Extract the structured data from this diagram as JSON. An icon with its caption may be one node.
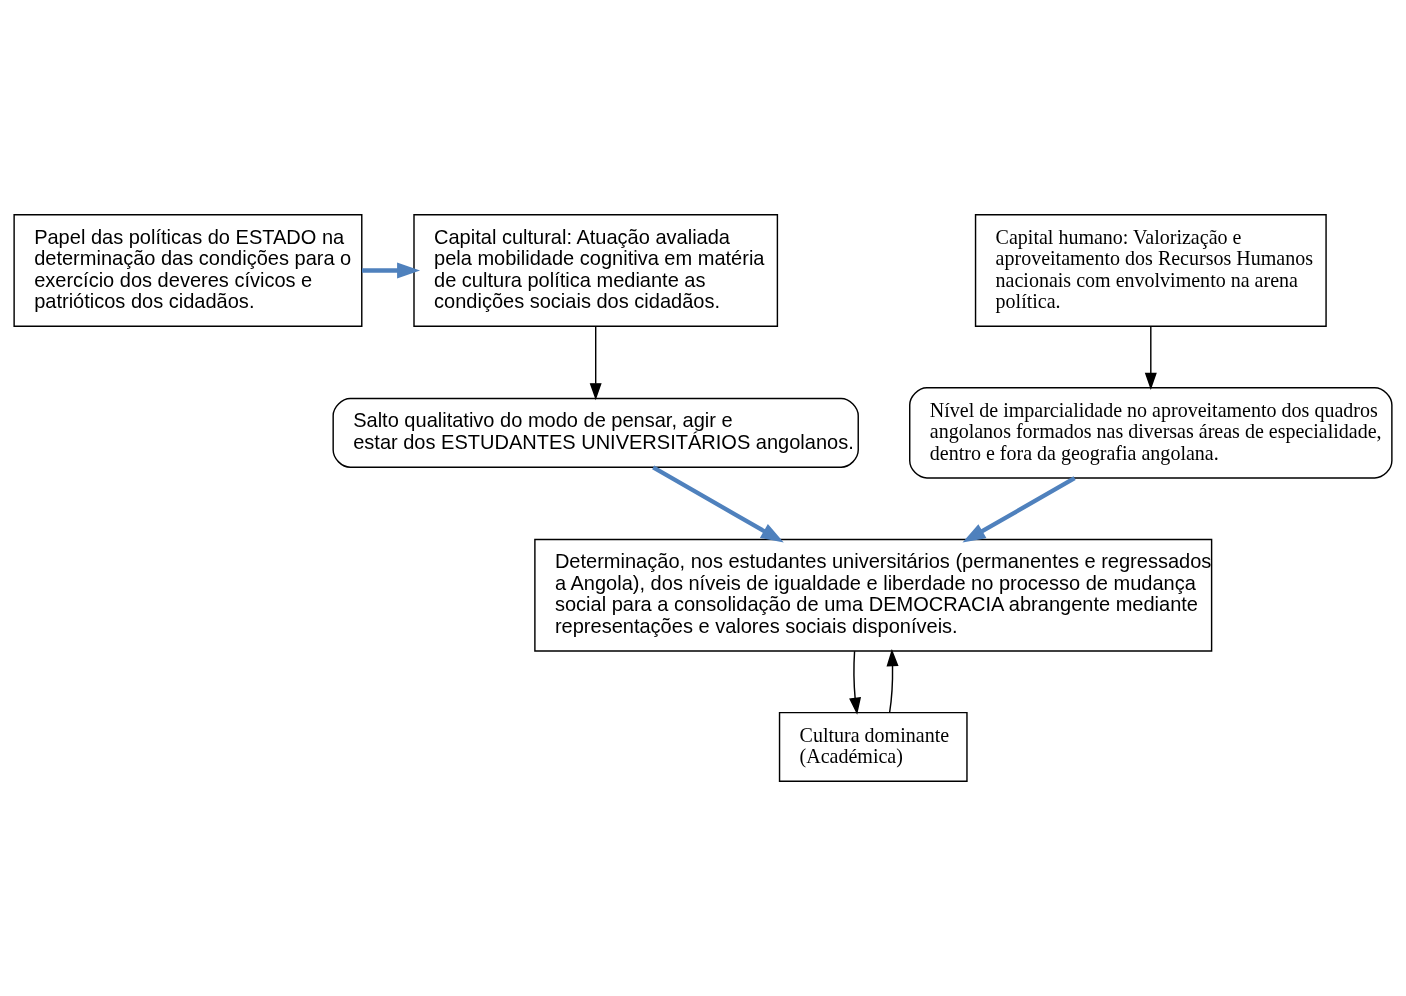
{
  "diagram": {
    "nodes": [
      {
        "text": [
          "Papel das políticas do ESTADO na determinação das condições para o exercício dos deveres cívicos e patrióticos dos cidadãos."
        ]
      },
      {
        "text": [
          "Capital cultural: Atuação avaliada pela mobilidade cognitiva em matéria de cultura política mediante as condições sociais dos cidadãos."
        ]
      },
      {
        "text": [
          "Capital humano: Valorização e aproveitamento dos Recursos Humanos nacionais com envolvimento na arena política."
        ]
      },
      {
        "text": [
          "Salto qualitativo do modo de pensar, agir e estar dos ESTUDANTES UNIVERSITÁRIOS angolanos."
        ]
      },
      {
        "text": [
          "Nível de imparcialidade no aproveitamento dos quadros angolanos formados nas diversas áreas de especialidade, dentro e fora da geografia angolana."
        ]
      },
      {
        "text": [
          "Determinação, nos estudantes universitários (permanentes e regressados a Angola), dos níveis de igualdade e liberdade no processo de mudança social para a consolidação de uma DEMOCRACIA abrangente mediante representações e valores sociais disponíveis."
        ]
      },
      {
        "text": [
          "Cultura dominante (Académica)"
        ]
      }
    ],
    "edges": [
      {
        "from": 0,
        "to": 1,
        "arrow": "to",
        "style": "thick",
        "color": "#4f81bd"
      },
      {
        "from": 1,
        "to": 3,
        "arrow": "to"
      },
      {
        "from": 2,
        "to": 4,
        "arrow": "to"
      },
      {
        "from": 3,
        "to": 5,
        "arrow": "to",
        "style": "thick",
        "color": "#4f81bd"
      },
      {
        "from": 4,
        "to": 5,
        "arrow": "to",
        "style": "thick",
        "color": "#4f81bd"
      },
      {
        "from": 5,
        "to": 6,
        "arrow": "to"
      },
      {
        "from": 6,
        "to": 5,
        "arrow": "to"
      }
    ]
  }
}
